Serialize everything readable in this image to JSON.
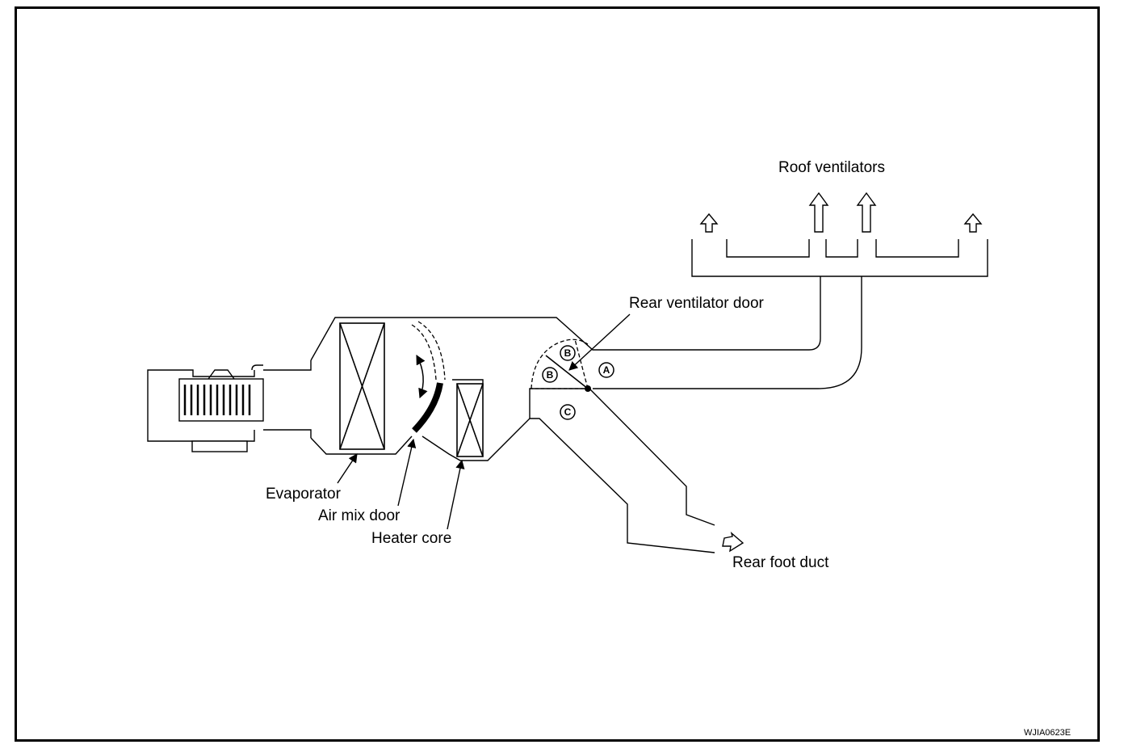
{
  "labels": {
    "roof_ventilators": "Roof  ventilators",
    "rear_ventilator_door": "Rear  ventilator door",
    "evaporator": "Evaporator",
    "air_mix_door": "Air mix door",
    "heater_core": "Heater core",
    "rear_foot_duct": "Rear foot duct"
  },
  "positions": {
    "a": "A",
    "b": "B",
    "c": "C"
  },
  "figure_code": "WJIA0623E"
}
